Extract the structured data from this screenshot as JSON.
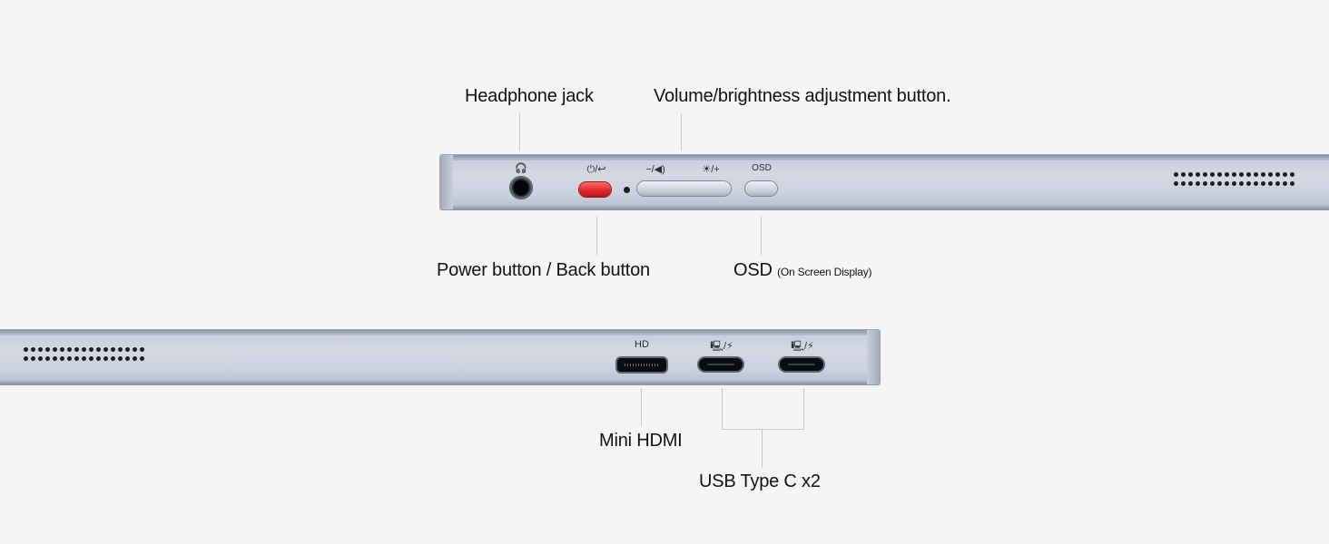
{
  "labels": {
    "headphone_jack": "Headphone jack",
    "volume_brightness": "Volume/brightness adjustment button.",
    "power_back": "Power button / Back button",
    "osd": "OSD",
    "osd_detail": "(On Screen Display)",
    "mini_hdmi": "Mini HDMI",
    "usb_type_c": "USB Type C x2"
  },
  "device_markings": {
    "headphone_glyph": "🎧",
    "power_back_glyph": "⏻/↩",
    "volume_glyph": "−/◀)",
    "brightness_glyph": "☀/+",
    "osd_glyph": "OSD",
    "hdmi_glyph": "HD",
    "usbc_glyph_1": "🖳/⚡",
    "usbc_glyph_2": "🖳/⚡"
  },
  "icons": [
    "headphone-icon",
    "power-icon",
    "back-icon",
    "volume-icon",
    "brightness-icon",
    "display-icon",
    "charge-icon"
  ],
  "colors": {
    "background": "#f5f5f5",
    "device_body": "#cdd3de",
    "power_button": "#e2242a",
    "port": "#0b0c0f",
    "leader_line": "#c9c9c9"
  }
}
